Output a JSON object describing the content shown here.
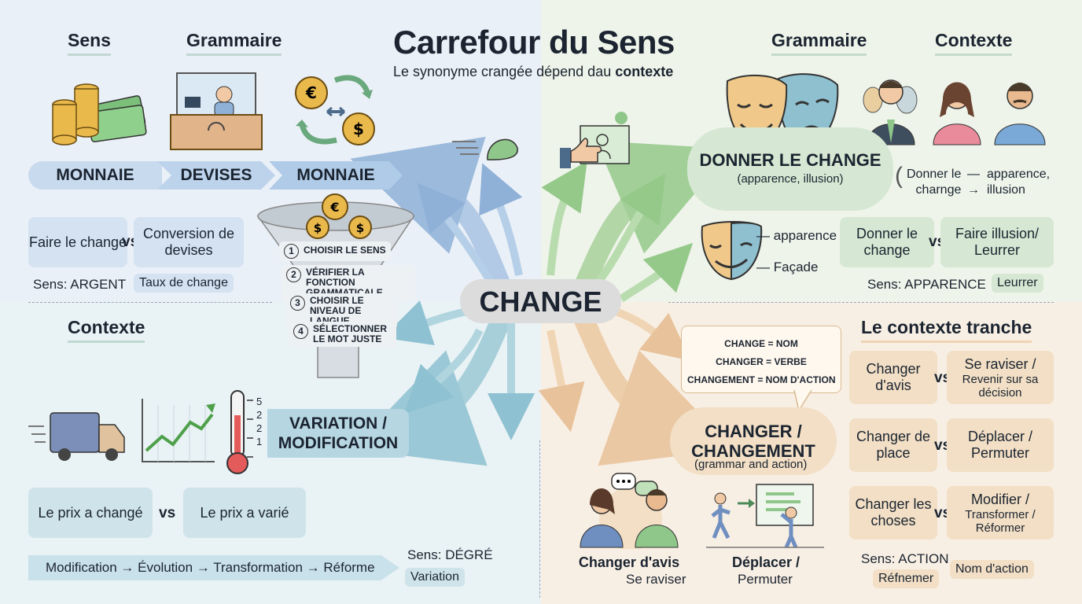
{
  "title": "Carrefour du Sens",
  "subtitle_plain": "Le synonyme crangée dépend dau ",
  "subtitle_bold": "contexte",
  "center_word": "CHANGE",
  "top_left": {
    "heading_sens": "Sens",
    "heading_grammaire": "Grammaire",
    "chain": [
      "MONNAIE",
      "DEVISES",
      "MONNAIE"
    ],
    "compare_left": "Faire le change",
    "compare_right": "Conversion de devises",
    "vs": "vs",
    "sens_prefix": "Sens: ARGENT",
    "chip": "Taux de change"
  },
  "funnel_steps": [
    {
      "n": "1",
      "text": "CHOISIR LE SENS"
    },
    {
      "n": "2",
      "text": "VÉRIFIER LA FONCTION GRAMMATICALE"
    },
    {
      "n": "3",
      "text": "CHOISIR LE NIVEAU DE LANGUE"
    },
    {
      "n": "4",
      "text": "SÉLECTIONNER LE MOT JUSTE"
    }
  ],
  "top_right": {
    "heading_grammaire": "Grammaire",
    "heading_contexte": "Contexte",
    "bubble_title": "DONNER LE CHANGE",
    "bubble_sub": "(apparence, illusion)",
    "note_left_1": "Donner le",
    "note_left_2": "charnge",
    "note_right_1": "apparence,",
    "note_right_2": "illusion",
    "mask_label_1": "apparence",
    "mask_label_2": "Façade",
    "compare_left": "Donner le change",
    "compare_right": "Faire illusion/ Leurrer",
    "vs": "vs",
    "sens_prefix": "Sens: APPARENCE",
    "chip": "Leurrer"
  },
  "bottom_left": {
    "heading": "Contexte",
    "pill": "VARIATION / MODIFICATION",
    "thermo_ticks": [
      "5",
      "2",
      "2",
      "1"
    ],
    "compare_left": "Le prix a changé",
    "compare_right": "Le prix a varié",
    "vs": "vs",
    "progression": "Modification → Évolution → Transformation → Réforme",
    "sens_prefix": "Sens: DÉGRÉ",
    "chip": "Variation"
  },
  "bottom_right": {
    "grammar_lines": [
      "CHANGE = NOM",
      "CHANGER = VERBE",
      "CHANGEMENT = NOM D'ACTION"
    ],
    "bubble_title_1": "CHANGER /",
    "bubble_title_2": "CHANGEMENT",
    "bubble_sub": "(grammar and action)",
    "heading": "Le contexte tranche",
    "pairs": [
      {
        "left": "Changer d'avis",
        "right_main": "Se raviser /",
        "right_sub": "Revenir sur sa décision"
      },
      {
        "left": "Changer de place",
        "right_main": "Déplacer / Permuter",
        "right_sub": ""
      },
      {
        "left": "Changer les choses",
        "right_main": "Modifier /",
        "right_sub": "Transformer / Réformer"
      }
    ],
    "vs": "vs",
    "scene1_title": "Changer d'avis",
    "scene1_sub": "Se raviser",
    "scene2_title": "Déplacer /",
    "scene2_sub": "Permuter",
    "sens_prefix": "Sens: ACTION",
    "chip1": "Réfnemer",
    "chip2": "Nom d'action"
  },
  "colors": {
    "blue": "#a9c4e2",
    "green": "#a8d19b",
    "teal": "#9cc9d6",
    "tan": "#ecc9a0"
  }
}
